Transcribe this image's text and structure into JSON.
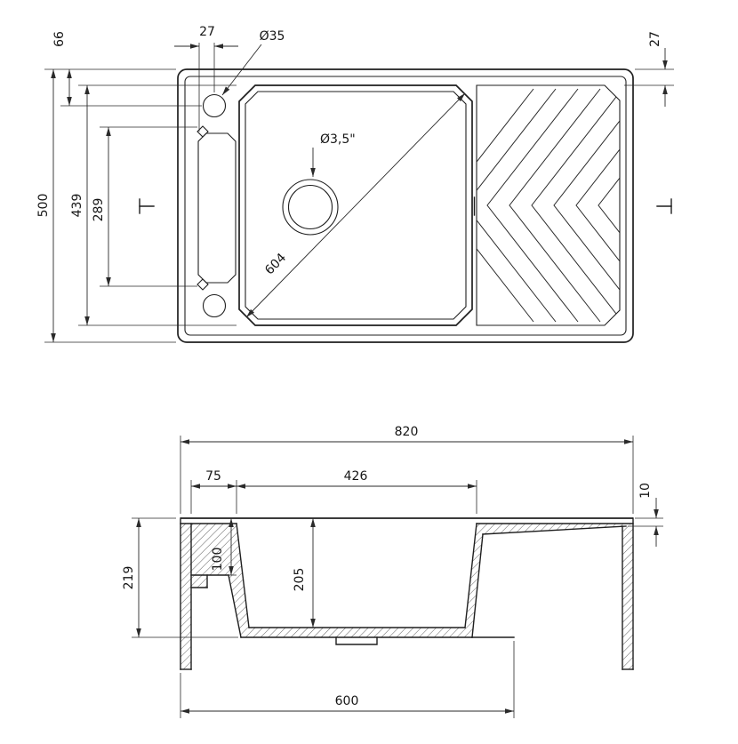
{
  "drawing_type": "sink technical drawing, top view and cross-section",
  "colors": {
    "line": "#1f1f1f",
    "background": "#ffffff"
  },
  "top_view": {
    "dim_66": "66",
    "dim_27_left": "27",
    "dim_hole_diameter": "Ø35",
    "dim_27_right": "27",
    "dim_500": "500",
    "dim_439": "439",
    "dim_289": "289",
    "dim_604": "604",
    "dim_drain": "Ø3,5\""
  },
  "section_view": {
    "dim_820": "820",
    "dim_75": "75",
    "dim_426": "426",
    "dim_10": "10",
    "dim_219": "219",
    "dim_100": "100",
    "dim_205": "205",
    "dim_600": "600"
  }
}
